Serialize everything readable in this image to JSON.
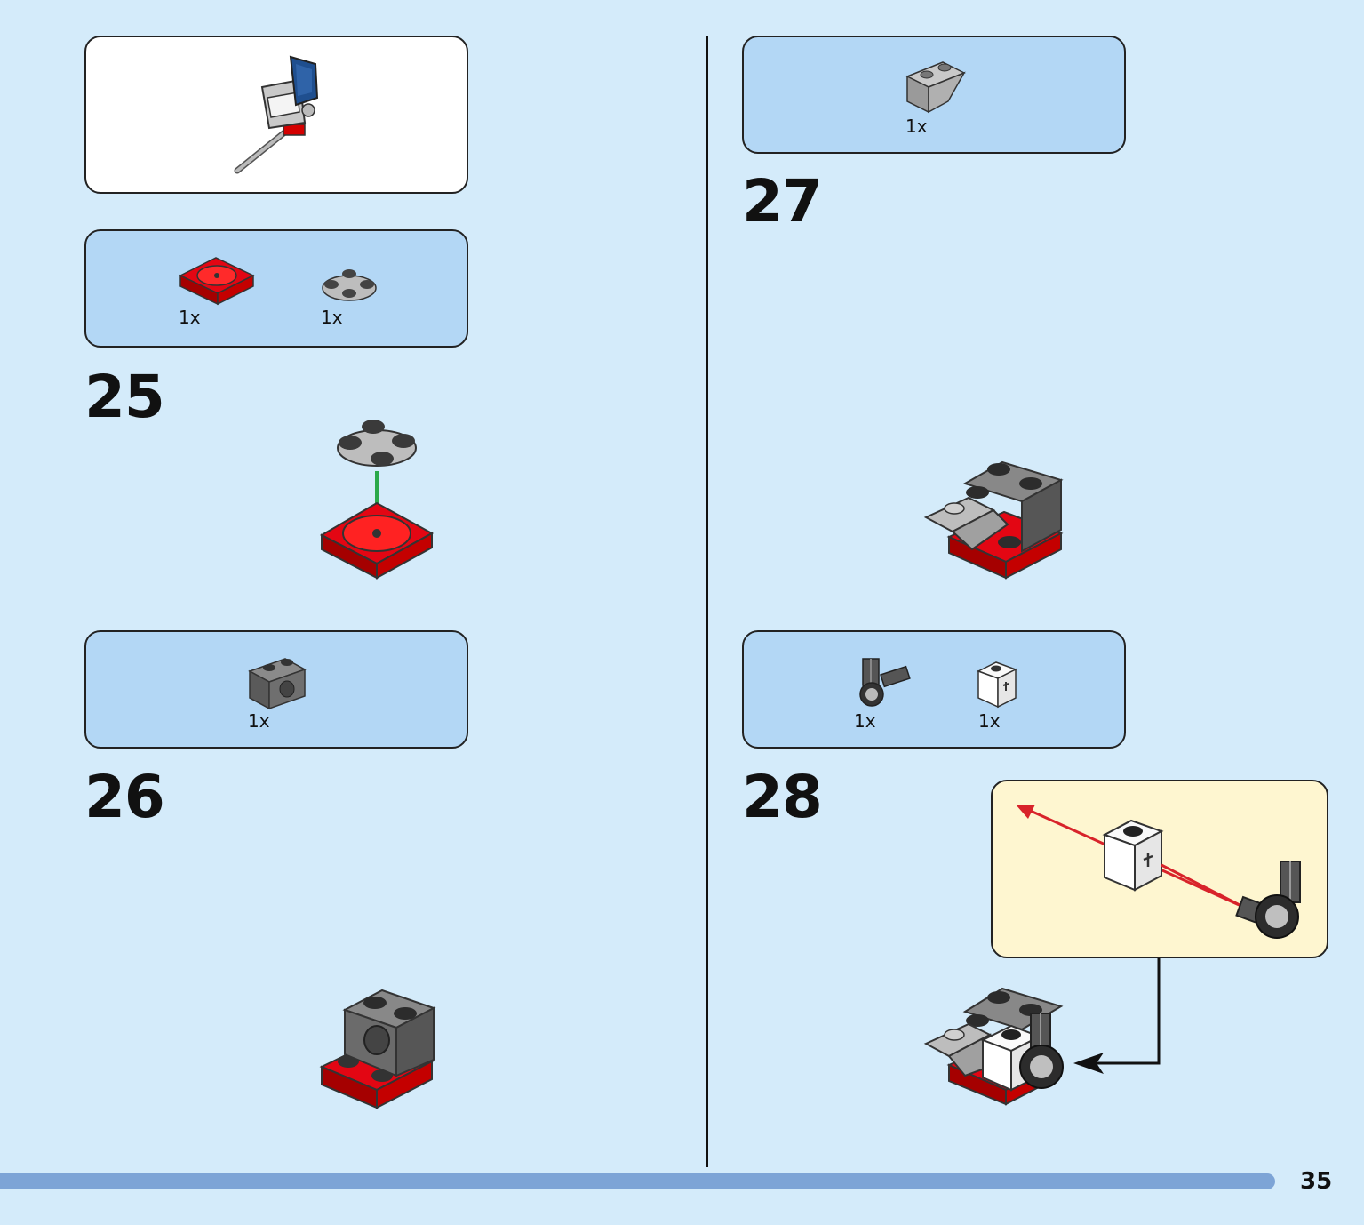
{
  "page": {
    "number": "35"
  },
  "progress": {
    "fraction": 0.935
  },
  "colors": {
    "background": "#d4ebfa",
    "parts_box": "#b3d7f5",
    "callout_box": "#fef6d0",
    "brick_red": "#d40000",
    "dark_gray": "#6b6b6b",
    "light_gray": "#bdbdbd",
    "dark_blue": "#1f4f8f",
    "arrow_green": "#2aa84a",
    "arrow_red": "#d8232a",
    "progress_bar": "#7da4d6"
  },
  "subassembly": {
    "label": ""
  },
  "steps": [
    {
      "number": "25",
      "parts": [
        {
          "qty": "1x",
          "icon": "red-turntable-base-icon"
        },
        {
          "qty": "1x",
          "icon": "gray-round-plate-4-studs-icon"
        }
      ]
    },
    {
      "number": "26",
      "parts": [
        {
          "qty": "1x",
          "icon": "dark-gray-technic-brick-icon"
        }
      ]
    },
    {
      "number": "27",
      "parts": [
        {
          "qty": "1x",
          "icon": "gray-inverted-slope-icon"
        }
      ]
    },
    {
      "number": "28",
      "parts": [
        {
          "qty": "1x",
          "icon": "technic-axle-connector-icon"
        },
        {
          "qty": "1x",
          "icon": "white-axle-brick-icon"
        }
      ]
    }
  ]
}
